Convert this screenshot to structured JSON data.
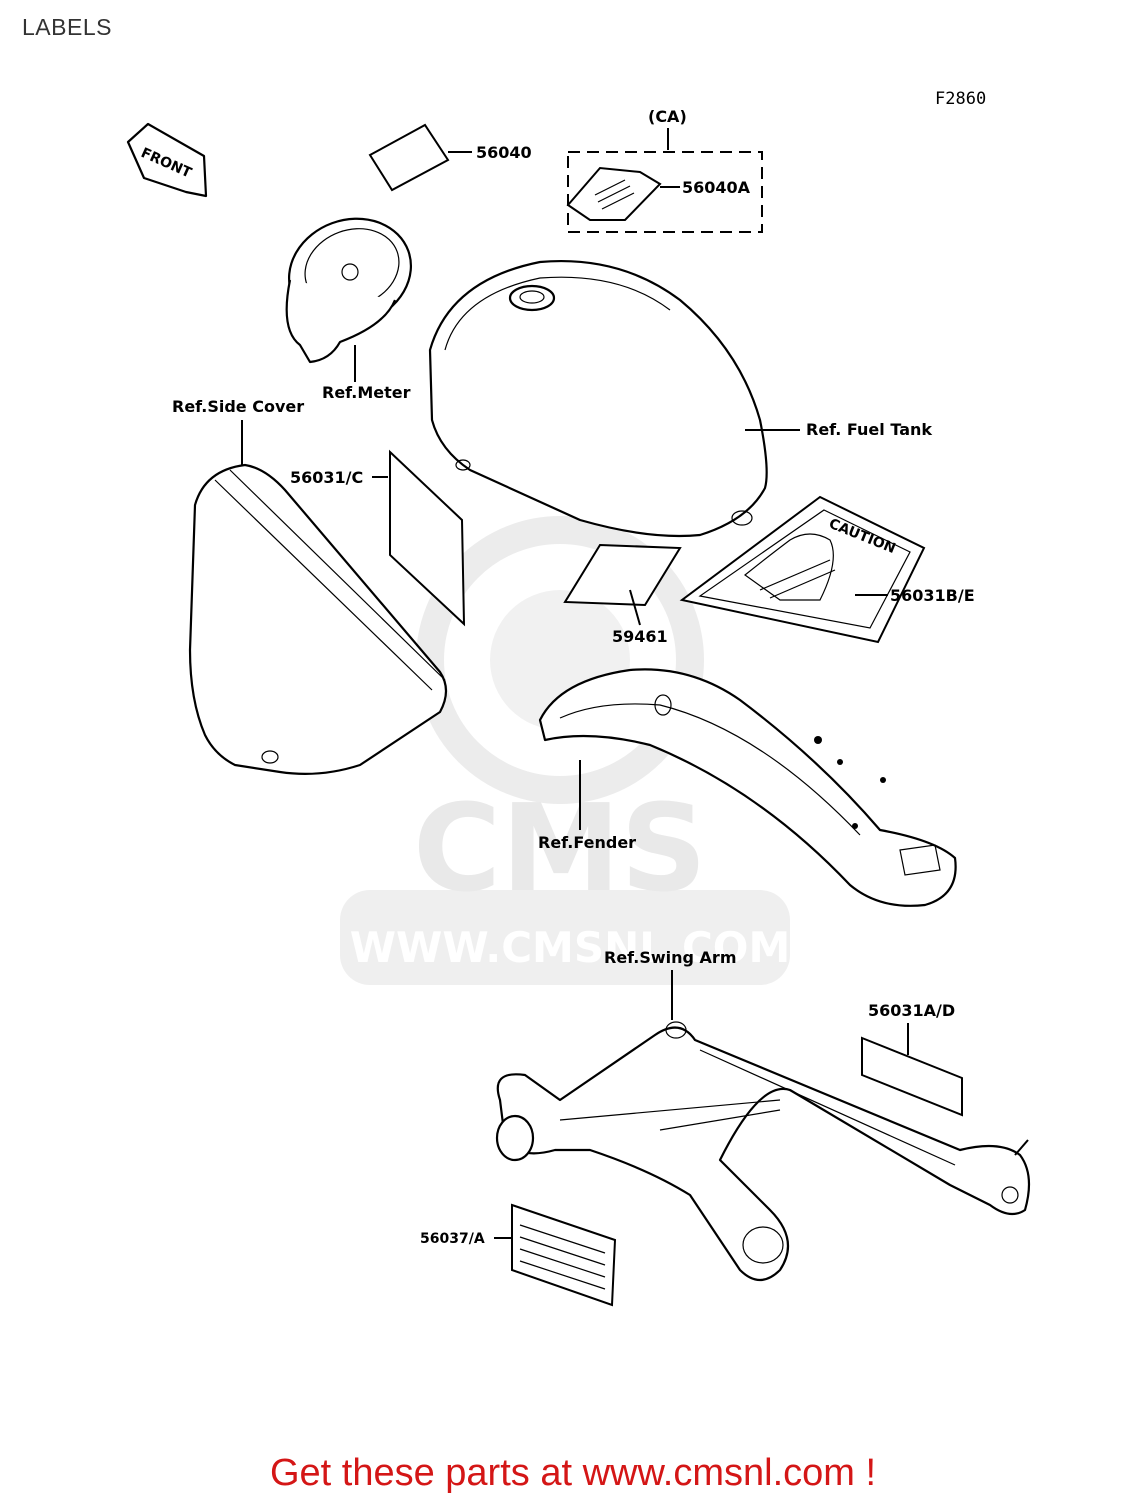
{
  "page": {
    "title": "LABELS",
    "figure_code": "F2860",
    "footer": "Get these parts at www.cmsnl.com !"
  },
  "watermark": {
    "brand": "CMS",
    "url": "WWW.CMSNL.COM",
    "color": "#e9e9e9"
  },
  "labels": {
    "front": "FRONT",
    "ca": "(CA)",
    "p56040": "56040",
    "p56040a": "56040A",
    "ref_meter": "Ref.Meter",
    "ref_side_cover": "Ref.Side Cover",
    "ref_fuel_tank": "Ref. Fuel Tank",
    "p56031c": "56031/C",
    "p56031be": "56031B/E",
    "caution": "CAUTION",
    "p59461": "59461",
    "ref_fender": "Ref.Fender",
    "ref_swing_arm": "Ref.Swing Arm",
    "p56031ad": "56031A/D",
    "p56037a": "56037/A"
  },
  "colors": {
    "footer_text": "#d41616",
    "title_text": "#333333"
  }
}
